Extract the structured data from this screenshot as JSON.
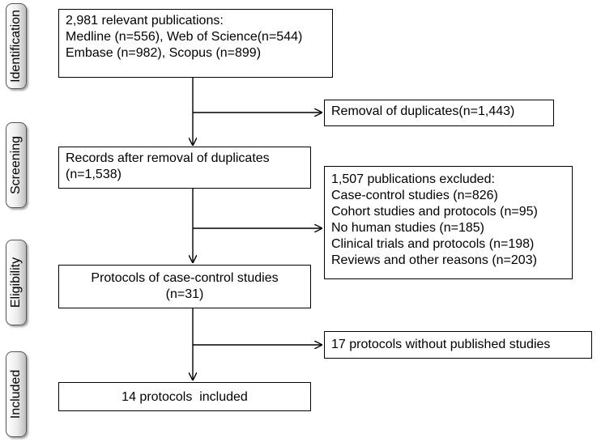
{
  "phases": {
    "identification": "Identification",
    "screening": "Screening",
    "eligibility": "Eligibility",
    "included": "Included"
  },
  "boxes": {
    "initial": {
      "lines": [
        "2,981 relevant publications:",
        "Medline (n=556), Web of Science(n=544)",
        "Embase (n=982), Scopus (n=899)"
      ]
    },
    "duplicates_removed": {
      "lines": [
        "Removal of duplicates(n=1,443)"
      ]
    },
    "after_duplicates": {
      "lines": [
        "Records after removal of duplicates",
        "(n=1,538)"
      ]
    },
    "excluded": {
      "lines": [
        "1,507 publications excluded:",
        "Case-control studies (n=826)",
        "Cohort studies and protocols (n=95)",
        "No human studies (n=185)",
        "Clinical trials and protocols (n=198)",
        "Reviews and other reasons (n=203)"
      ]
    },
    "protocols": {
      "lines": [
        "Protocols of case-control studies",
        "(n=31)"
      ]
    },
    "no_published": {
      "lines": [
        "17 protocols without published studies"
      ]
    },
    "included": {
      "lines": [
        "14 protocols  included"
      ]
    }
  }
}
